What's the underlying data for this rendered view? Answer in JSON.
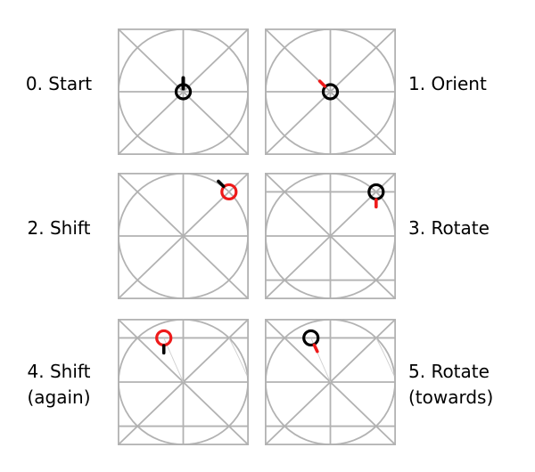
{
  "figure": {
    "title": "agent orient-shift-rotate step sequence",
    "background": "#ffffff",
    "colors": {
      "pattern": "#b2b2b2",
      "trace": "#cfcfcf",
      "black": "#000000",
      "red": "#ee1a1a",
      "text": "#000000"
    },
    "panels": [
      {
        "id": "start",
        "label_lines": [
          "0. Start"
        ],
        "label_side": "left",
        "col": 0,
        "row": 0,
        "extra_horizontals": false,
        "trace": false,
        "marker": {
          "fx": 0,
          "fy": 0,
          "ring": "black",
          "tick": "black",
          "tick_angle": 90,
          "tick_style": "inner"
        }
      },
      {
        "id": "orient",
        "label_lines": [
          "1. Orient"
        ],
        "label_side": "right",
        "col": 1,
        "row": 0,
        "extra_horizontals": false,
        "trace": false,
        "marker": {
          "fx": 0,
          "fy": 0,
          "ring": "black",
          "tick": "red",
          "tick_angle": 135,
          "tick_style": "outer"
        }
      },
      {
        "id": "shift",
        "label_lines": [
          "2. Shift"
        ],
        "label_side": "left",
        "col": 0,
        "row": 1,
        "extra_horizontals": false,
        "trace": false,
        "marker": {
          "fx": 0.707,
          "fy": -0.707,
          "ring": "red",
          "tick": "black",
          "tick_angle": 135,
          "tick_style": "outer"
        }
      },
      {
        "id": "rotate",
        "label_lines": [
          "3. Rotate"
        ],
        "label_side": "right",
        "col": 1,
        "row": 1,
        "extra_horizontals": true,
        "trace": false,
        "marker": {
          "fx": 0.707,
          "fy": -0.707,
          "ring": "black",
          "tick": "red",
          "tick_angle": 270,
          "tick_style": "outer"
        }
      },
      {
        "id": "shift-again",
        "label_lines": [
          "4. Shift",
          "(again)"
        ],
        "label_side": "left",
        "col": 0,
        "row": 2,
        "extra_horizontals": true,
        "trace": true,
        "marker": {
          "fx": -0.3,
          "fy": -0.707,
          "ring": "red",
          "tick": "black",
          "tick_angle": 270,
          "tick_style": "outer"
        }
      },
      {
        "id": "rotate-towards",
        "label_lines": [
          "5. Rotate",
          "(towards)"
        ],
        "label_side": "right",
        "col": 1,
        "row": 2,
        "extra_horizontals": true,
        "trace": true,
        "marker": {
          "fx": -0.3,
          "fy": -0.707,
          "ring": "black",
          "tick": "red",
          "tick_angle": 295,
          "tick_style": "outer"
        }
      }
    ]
  }
}
